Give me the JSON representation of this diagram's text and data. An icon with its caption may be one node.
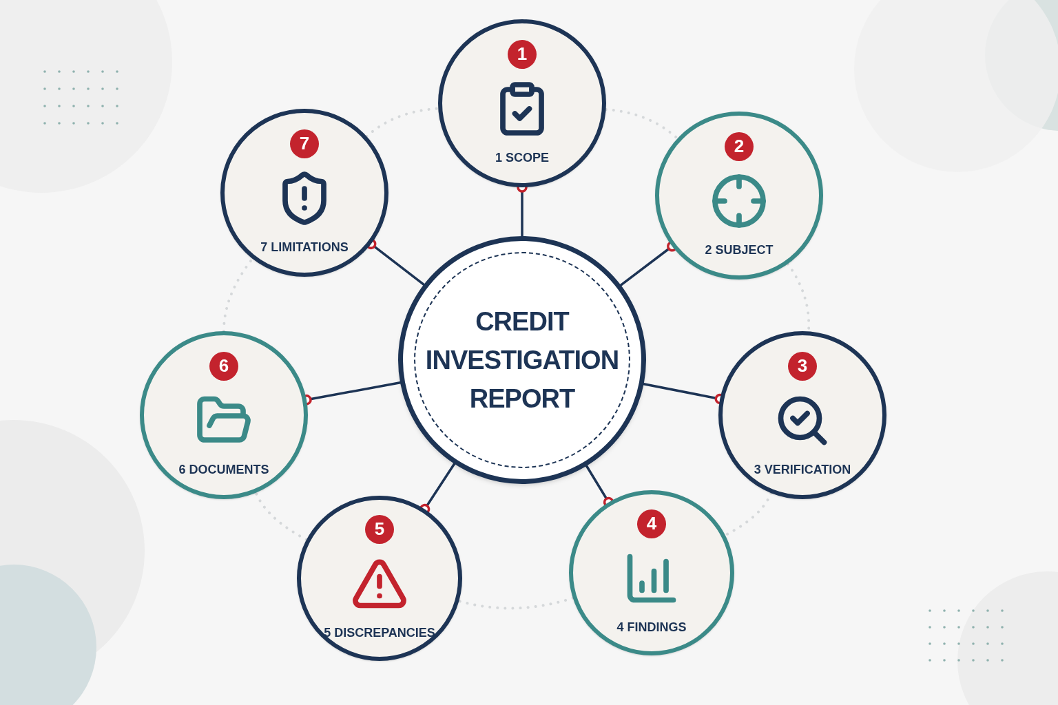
{
  "diagram": {
    "nodes": [
      {
        "text": [
          "CREDIT INVESTIGATION REPORT"
        ]
      },
      {
        "text": [
          "1",
          "1 SCOPE"
        ]
      },
      {
        "text": [
          "2",
          "2 SUBJECT"
        ]
      },
      {
        "text": [
          "3",
          "3 VERIFICATION"
        ]
      },
      {
        "text": [
          "4",
          "4 FINDINGS"
        ]
      },
      {
        "text": [
          "5",
          "5 DISCREPANCIES"
        ]
      },
      {
        "text": [
          "6",
          "6 DOCUMENTS"
        ]
      },
      {
        "text": [
          "7",
          "7 LIMITATIONS"
        ]
      }
    ],
    "edges": [
      {
        "from": 0,
        "to": 1,
        "arrow": "other"
      },
      {
        "from": 0,
        "to": 2,
        "arrow": "other"
      },
      {
        "from": 0,
        "to": 3,
        "arrow": "other"
      },
      {
        "from": 0,
        "to": 4,
        "arrow": "other"
      },
      {
        "from": 0,
        "to": 5,
        "arrow": "other"
      },
      {
        "from": 0,
        "to": 6,
        "arrow": "other"
      },
      {
        "from": 0,
        "to": 7,
        "arrow": "other"
      },
      {
        "from": 7,
        "to": 1,
        "arrow": "none",
        "style": "dashed",
        "color": "#d5d8da"
      },
      {
        "from": 1,
        "to": 2,
        "arrow": "none",
        "style": "dashed",
        "color": "#d5d8da"
      },
      {
        "from": 2,
        "to": 3,
        "arrow": "none",
        "style": "dashed",
        "color": "#d5d8da"
      },
      {
        "from": 3,
        "to": 4,
        "arrow": "none",
        "style": "dashed",
        "color": "#d5d8da"
      },
      {
        "from": 4,
        "to": 5,
        "arrow": "none",
        "style": "dashed",
        "color": "#d5d8da"
      },
      {
        "from": 5,
        "to": 6,
        "arrow": "none",
        "style": "dashed",
        "color": "#d5d8da"
      },
      {
        "from": 6,
        "to": 7,
        "arrow": "none",
        "style": "dashed",
        "color": "#d5d8da"
      }
    ]
  }
}
